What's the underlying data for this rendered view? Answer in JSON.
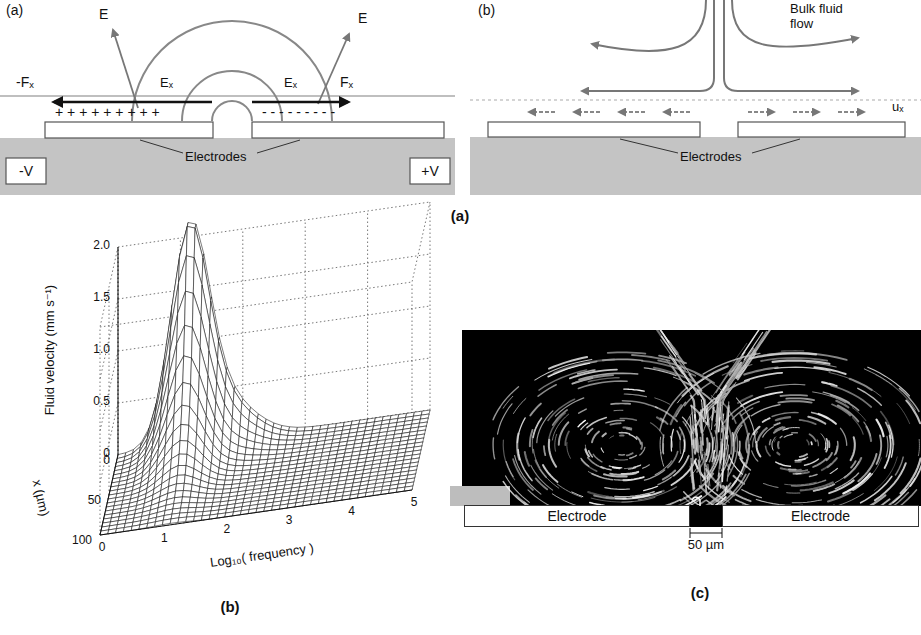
{
  "diagram": {
    "nodes": [
      {
        "text": [
          "Electrode"
        ]
      },
      {
        "text": [
          "Electrode"
        ]
      }
    ],
    "labels": [
      "(a)",
      "E",
      "E",
      "Eₓ",
      "Eₓ",
      "-Fₓ",
      "Fₓ",
      "+ + + + + + + + +",
      "- - - - - - - - -",
      "-V",
      "+V",
      "Electrodes",
      "(b)",
      "Bulk fluid flow",
      "uₓ",
      "Electrodes",
      "(a)",
      "Fluid velocity (mm s⁻¹)",
      "2.0",
      "1.5",
      "1.0",
      "0.5",
      "0",
      "0",
      "50",
      "100",
      "0",
      "1",
      "2",
      "3",
      "4",
      "5",
      "x (µm)",
      "Log₁₀( frequency )",
      "(b)",
      "50 µm",
      "(c)"
    ]
  }
}
